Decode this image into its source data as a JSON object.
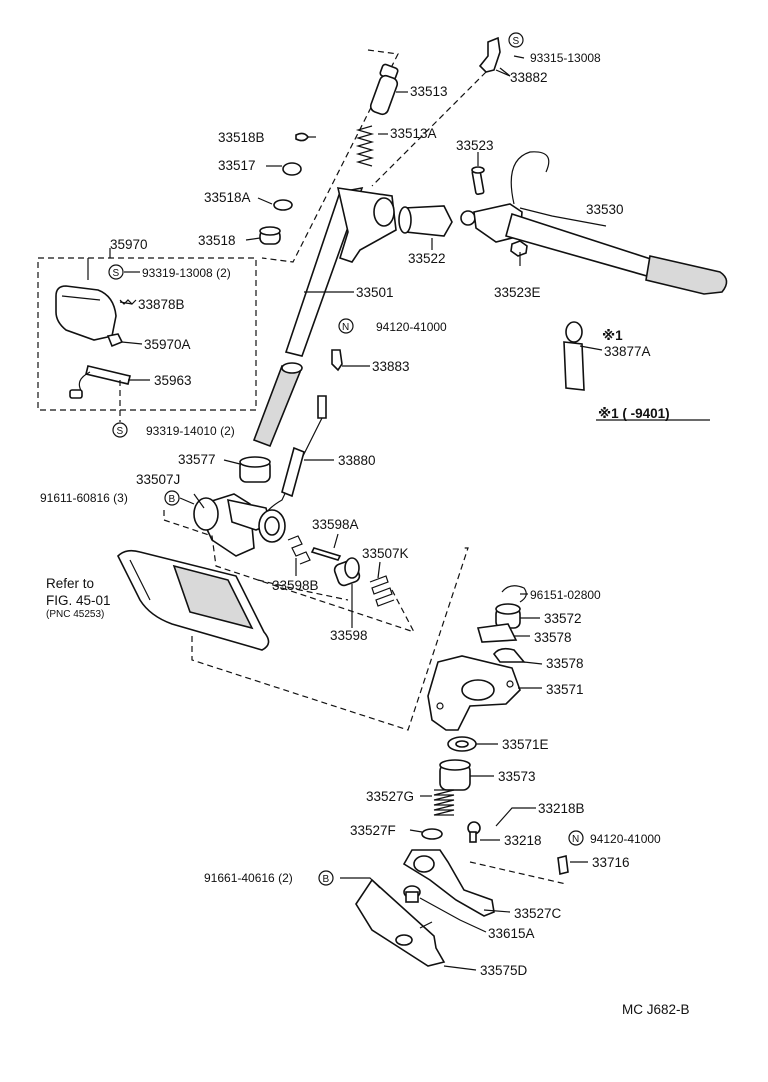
{
  "diagram": {
    "parts": {
      "p93315_13008": "93315-13008",
      "p33882": "33882",
      "p33513": "33513",
      "p33513A": "33513A",
      "p33518B": "33518B",
      "p33517": "33517",
      "p33518A": "33518A",
      "p33518": "33518",
      "p33523": "33523",
      "p33530": "33530",
      "p33522": "33522",
      "p33523E": "33523E",
      "p35970": "35970",
      "p93319_13008": "93319-13008 (2)",
      "p33878B": "33878B",
      "p35970A": "35970A",
      "p35963": "35963",
      "p93319_14010": "93319-14010 (2)",
      "p33501": "33501",
      "p94120_41000_a": "94120-41000",
      "p33883": "33883",
      "p33877A": "33877A",
      "p33577": "33577",
      "p33880": "33880",
      "p33507J": "33507J",
      "p91611_60816": "91611-60816 (3)",
      "p33598A": "33598A",
      "p33507K": "33507K",
      "p33598B": "33598B",
      "p33598": "33598",
      "p96151_02800": "96151-02800",
      "p33572": "33572",
      "p33578a": "33578",
      "p33578b": "33578",
      "p33571": "33571",
      "p33571E": "33571E",
      "p33573": "33573",
      "p33527G": "33527G",
      "p33218B": "33218B",
      "p33527F": "33527F",
      "p33218": "33218",
      "p94120_41000_b": "94120-41000",
      "p33716": "33716",
      "p91661_40616": "91661-40616 (2)",
      "p33527C": "33527C",
      "p33615A": "33615A",
      "p33575D": "33575D"
    },
    "symbols": {
      "s": "S",
      "n": "N",
      "b": "B"
    },
    "note": {
      "mark": "※1",
      "range": "※1 (      -9401)"
    },
    "refer": {
      "line1": "Refer to",
      "line2": "FIG. 45-01",
      "line3": "(PNC 45253)"
    },
    "footer": "MC  J682-B"
  }
}
